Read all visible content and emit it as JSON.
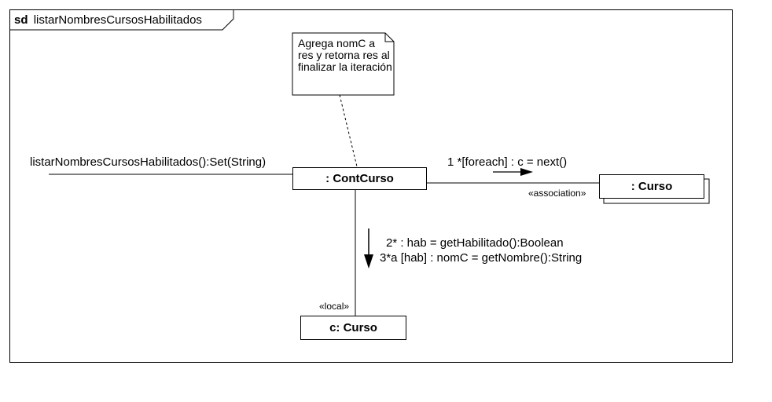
{
  "frame": {
    "keyword": "sd",
    "name": "listarNombresCursosHabilitados"
  },
  "note": {
    "text": "Agrega nomC a res y retorna res al finalizar la iteración"
  },
  "lifelines": {
    "cont_curso": ": ContCurso",
    "curso_collection": ": Curso",
    "c_curso": "c: Curso"
  },
  "stereotypes": {
    "association": "«association»",
    "local": "«local»"
  },
  "messages": {
    "entry": "listarNombresCursosHabilitados():Set(String)",
    "foreach": "1 *[foreach] : c = next()",
    "get_habilitado": "2* : hab = getHabilitado():Boolean",
    "get_nombre": "3*a [hab] : nomC = getNombre():String"
  }
}
